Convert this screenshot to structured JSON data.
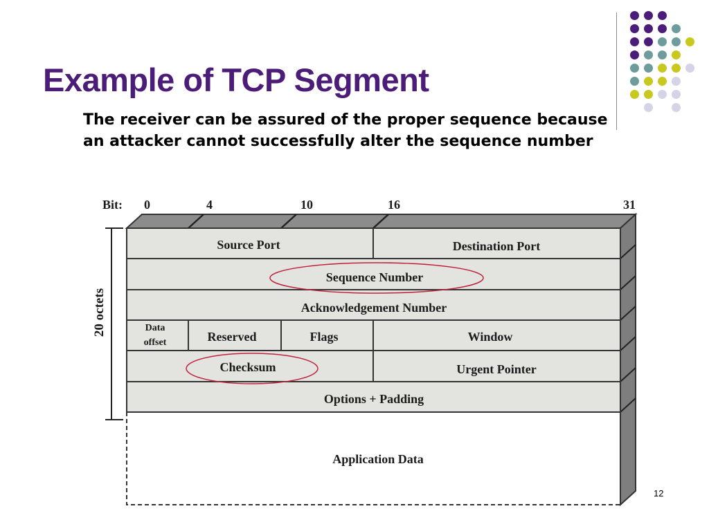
{
  "slide": {
    "title": "Example of TCP Segment",
    "subtitle": "The receiver can be assured of the proper sequence because an attacker cannot successfully alter the sequence number",
    "page_number": "12",
    "colors": {
      "title": "#4b1c78",
      "dot_purple": "#4b1c78",
      "dot_teal": "#6e9c9c",
      "dot_yellow": "#c8c81e",
      "dot_lavender": "#d4d4e6",
      "highlight_ellipse": "#c0203a"
    }
  },
  "diagram": {
    "bit_label": "Bit:",
    "bit_marks": [
      "0",
      "4",
      "10",
      "16",
      "31"
    ],
    "side_label": "20 octets",
    "fields": {
      "source_port": "Source Port",
      "destination_port": "Destination Port",
      "sequence_number": "Sequence Number",
      "acknowledgement_number": "Acknowledgement Number",
      "data_offset_line1": "Data",
      "data_offset_line2": "offset",
      "reserved": "Reserved",
      "flags": "Flags",
      "window": "Window",
      "checksum": "Checksum",
      "urgent_pointer": "Urgent Pointer",
      "options_padding": "Options + Padding",
      "application_data": "Application Data"
    },
    "highlighted_fields": [
      "Sequence Number",
      "Checksum"
    ]
  }
}
